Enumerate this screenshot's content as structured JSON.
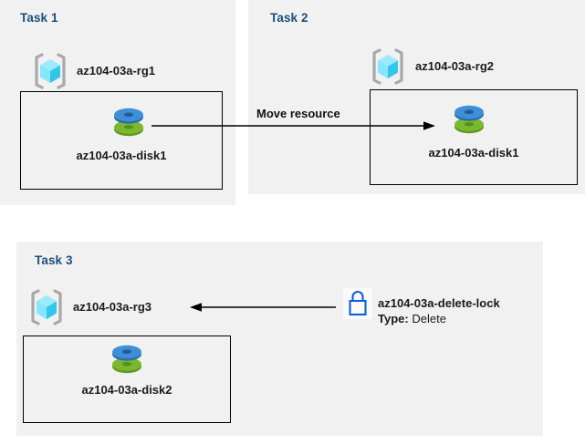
{
  "diagram": {
    "background_color": "#FFFFFF",
    "panel_color": "#F1F1F1",
    "label_color": "#1F4E79",
    "accent_cube_color": "#50E6FF",
    "disk_blue": "#3F8FD8",
    "disk_green": "#7CB82F",
    "lock_blue": "#0F62D0"
  },
  "tasks": [
    {
      "label": "Task 1",
      "resource_group": {
        "icon": "resource-group-icon",
        "name": "az104-03a-rg1"
      },
      "resource": {
        "icon": "managed-disk-icon",
        "name": "az104-03a-disk1"
      }
    },
    {
      "label": "Task 2",
      "resource_group": {
        "icon": "resource-group-icon",
        "name": "az104-03a-rg2"
      },
      "resource": {
        "icon": "managed-disk-icon",
        "name": "az104-03a-disk1"
      }
    },
    {
      "label": "Task 3",
      "resource_group": {
        "icon": "resource-group-icon",
        "name": "az104-03a-rg3"
      },
      "resource": {
        "icon": "managed-disk-icon",
        "name": "az104-03a-disk2"
      },
      "lock": {
        "icon": "padlock-icon",
        "name": "az104-03a-delete-lock",
        "type_label": "Type:",
        "type_value": "Delete"
      }
    }
  ],
  "connectors": [
    {
      "name": "move-resource-arrow",
      "label": "Move resource",
      "direction": "right"
    },
    {
      "name": "lock-applies-to-arrow",
      "label": "",
      "direction": "left"
    }
  ]
}
